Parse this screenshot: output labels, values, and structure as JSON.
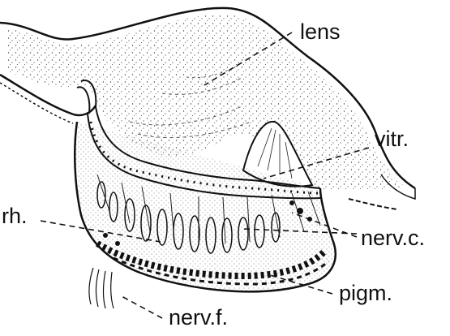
{
  "figure": {
    "labels": {
      "lens": "lens",
      "vitreous": "vitr.",
      "rhabdomeres": "rh.",
      "nerve_cells": "nerv.c.",
      "pigment": "pigm.",
      "nerve_fibers": "nerv.f."
    },
    "colors": {
      "ink": "#111111",
      "paper": "#ffffff",
      "stipple": "#444444"
    }
  }
}
